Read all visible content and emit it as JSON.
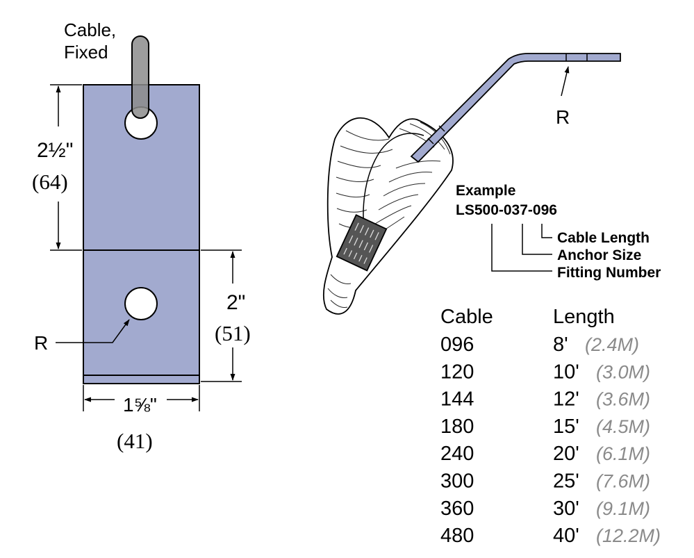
{
  "left_drawing": {
    "cable_label_line1": "Cable,",
    "cable_label_line2": "Fixed",
    "dim_height_upper_in": "2½\"",
    "dim_height_upper_mm": "(64)",
    "dim_height_lower_in": "2\"",
    "dim_height_lower_mm": "(51)",
    "dim_width_in": "1⅝\"",
    "dim_width_mm": "(41)",
    "radius_label": "R",
    "plate_color": "#a2aacf"
  },
  "right_drawing": {
    "radius_label": "R",
    "example_title": "Example",
    "example_code": "LS500-037-096",
    "legend": [
      "Cable Length",
      "Anchor Size",
      "Fitting Number"
    ]
  },
  "table": {
    "headers": [
      "Cable",
      "Length"
    ],
    "rows": [
      {
        "code": "096",
        "length": "8'",
        "metric": "(2.4M)"
      },
      {
        "code": "120",
        "length": "10'",
        "metric": "(3.0M)"
      },
      {
        "code": "144",
        "length": "12'",
        "metric": "(3.6M)"
      },
      {
        "code": "180",
        "length": "15'",
        "metric": "(4.5M)"
      },
      {
        "code": "240",
        "length": "20'",
        "metric": "(6.1M)"
      },
      {
        "code": "300",
        "length": "25'",
        "metric": "(7.6M)"
      },
      {
        "code": "360",
        "length": "30'",
        "metric": "(9.1M)"
      },
      {
        "code": "480",
        "length": "40'",
        "metric": "(12.2M)"
      }
    ]
  }
}
